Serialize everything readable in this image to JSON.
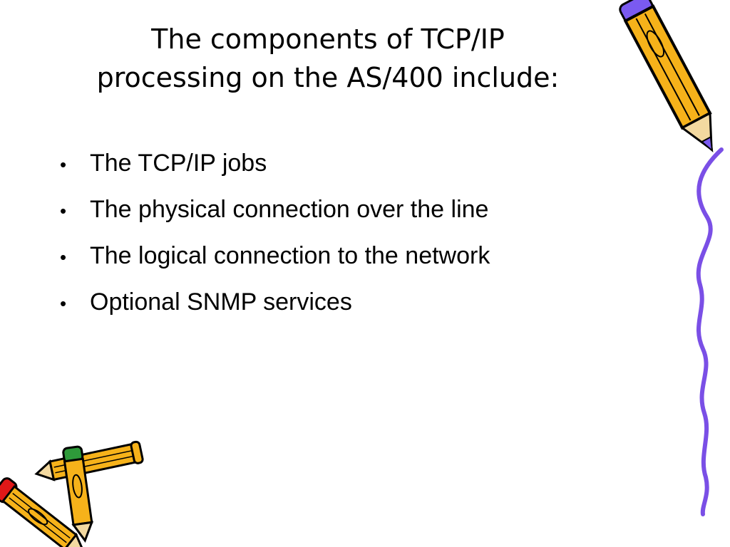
{
  "slide": {
    "title_line1": "The components of TCP/IP",
    "title_line2": "processing on the AS/400 include:",
    "bullet_symbol": "•",
    "bullets": [
      "The TCP/IP jobs",
      "The physical connection over the line",
      "The logical connection to the network",
      "Optional SNMP services"
    ]
  },
  "colors": {
    "pencil_body": "#f6b21a",
    "pencil_eraser_right": "#7a5af0",
    "pencil_eraser_green": "#2e9a3a",
    "pencil_eraser_red": "#e01818",
    "squiggle": "#7a4fe6",
    "outline": "#000000"
  },
  "decorations": {
    "top_right": "pencil-icon",
    "right_edge": "squiggle-line",
    "bottom_left": "pencils-icon"
  }
}
